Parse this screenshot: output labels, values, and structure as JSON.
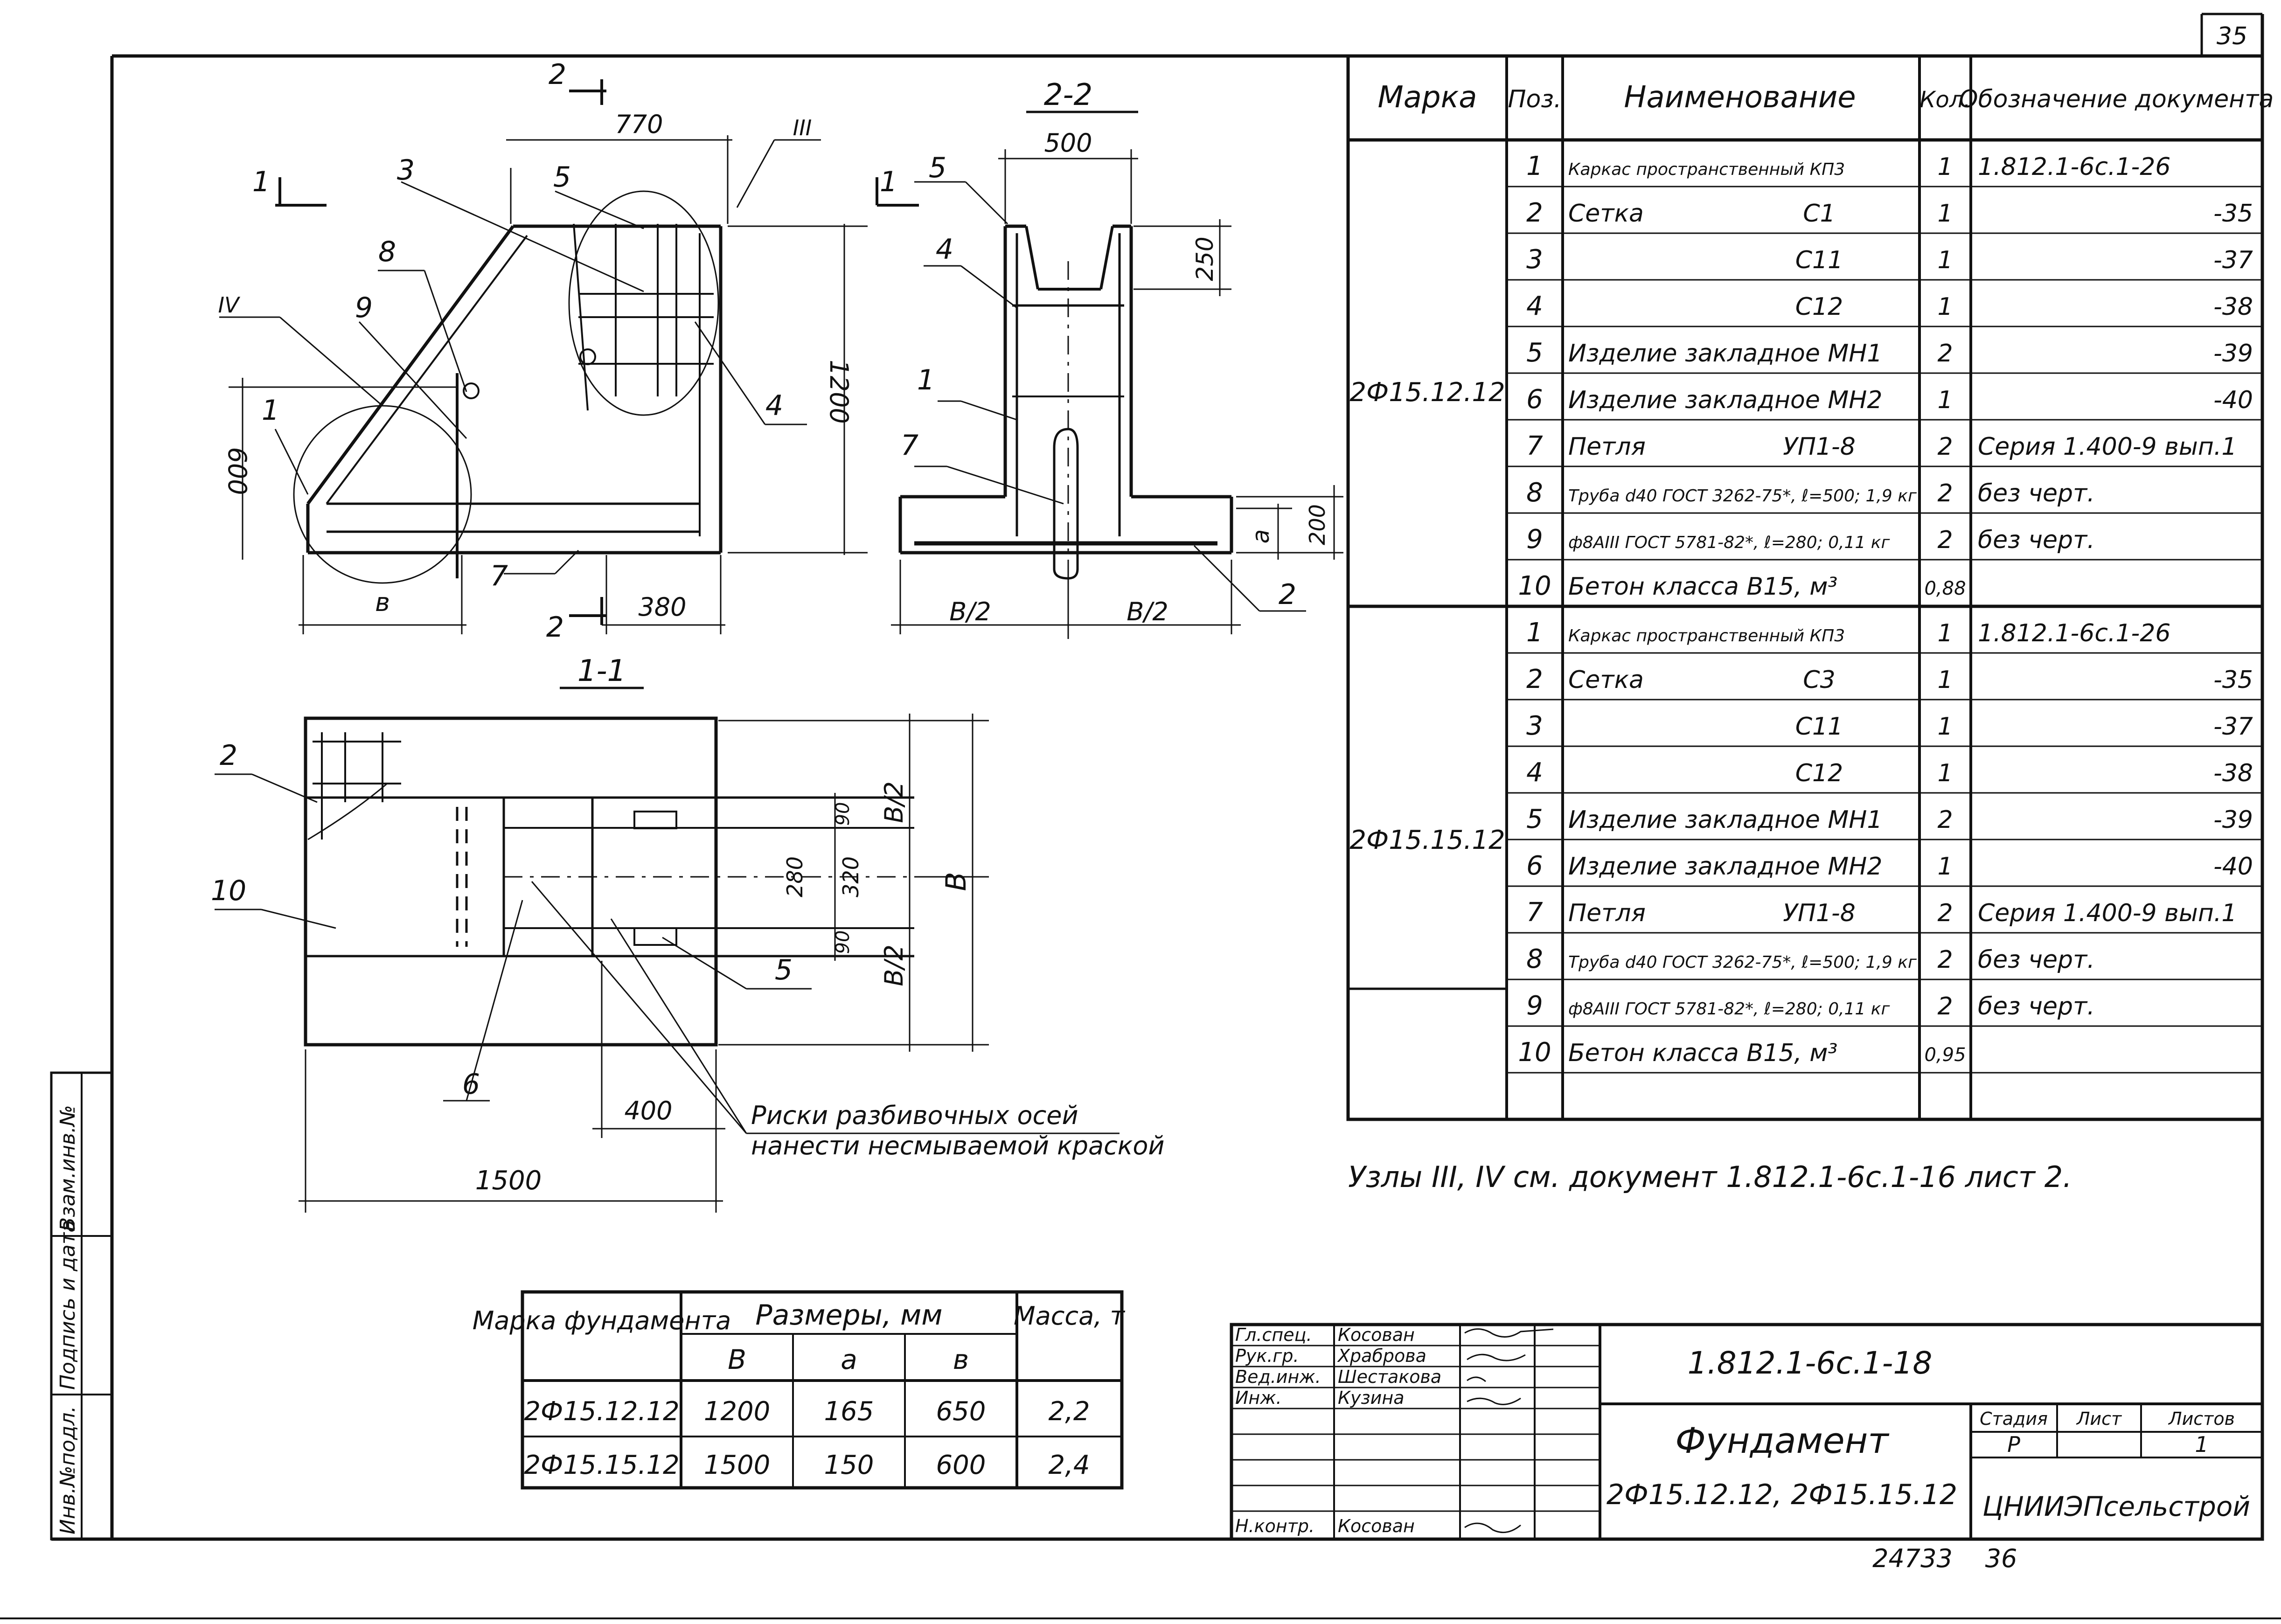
{
  "sheet_number": "35",
  "copy_number": "24733",
  "format_number": "36",
  "side_stamp": [
    "Инв.№подл.",
    "Подпись и дата",
    "Взам.инв.№"
  ],
  "views": {
    "plan": {
      "dims": [
        "770",
        "1200",
        "600",
        "в",
        "380"
      ],
      "roman": [
        "III",
        "IV"
      ],
      "pos": [
        "3",
        "5",
        "8",
        "9",
        "1",
        "4",
        "7"
      ],
      "sections": [
        "1",
        "1",
        "2",
        "2"
      ]
    },
    "section22": {
      "title": "2-2",
      "dims": [
        "500",
        "250",
        "200",
        "a",
        "В/2",
        "В/2"
      ],
      "pos": [
        "5",
        "4",
        "1",
        "7",
        "2"
      ]
    },
    "section11": {
      "title": "1-1",
      "dims": [
        "В/2",
        "В",
        "В/2",
        "90",
        "280",
        "320",
        "90",
        "400",
        "1500"
      ],
      "pos": [
        "2",
        "10",
        "5",
        "6"
      ]
    }
  },
  "note_marks": [
    "Риски разбивочных осей",
    "нанести несмываемой краской"
  ],
  "spec_table": {
    "headers": [
      "Марка",
      "Поз.",
      "Наименование",
      "Кол.",
      "Обозначение документа"
    ],
    "groups": [
      {
        "mark": "2Ф15.12.12",
        "rows": [
          {
            "pos": "1",
            "name": "Каркас пространственный КП3",
            "sub": "",
            "qty": "1",
            "doc": "1.812.1-6с.1-26"
          },
          {
            "pos": "2",
            "name": "Сетка",
            "sub": "С1",
            "qty": "1",
            "doc": "-35"
          },
          {
            "pos": "3",
            "name": "",
            "sub": "С11",
            "qty": "1",
            "doc": "-37"
          },
          {
            "pos": "4",
            "name": "",
            "sub": "С12",
            "qty": "1",
            "doc": "-38"
          },
          {
            "pos": "5",
            "name": "Изделие закладное МН1",
            "sub": "",
            "qty": "2",
            "doc": "-39"
          },
          {
            "pos": "6",
            "name": "Изделие закладное МН2",
            "sub": "",
            "qty": "1",
            "doc": "-40"
          },
          {
            "pos": "7",
            "name": "Петля",
            "sub": "УП1-8",
            "qty": "2",
            "doc": "Серия 1.400-9 вып.1"
          },
          {
            "pos": "8",
            "name": "Труба d40 ГОСТ 3262-75*, ℓ=500; 1,9 кг",
            "sub": "",
            "qty": "2",
            "doc": "без черт."
          },
          {
            "pos": "9",
            "name": "ф8АIII ГОСТ 5781-82*, ℓ=280; 0,11 кг",
            "sub": "",
            "qty": "2",
            "doc": "без черт."
          },
          {
            "pos": "10",
            "name": "Бетон класса В15, м³",
            "sub": "",
            "qty": "0,88",
            "doc": ""
          }
        ]
      },
      {
        "mark": "2Ф15.15.12",
        "rows": [
          {
            "pos": "1",
            "name": "Каркас пространственный КП3",
            "sub": "",
            "qty": "1",
            "doc": "1.812.1-6с.1-26"
          },
          {
            "pos": "2",
            "name": "Сетка",
            "sub": "С3",
            "qty": "1",
            "doc": "-35"
          },
          {
            "pos": "3",
            "name": "",
            "sub": "С11",
            "qty": "1",
            "doc": "-37"
          },
          {
            "pos": "4",
            "name": "",
            "sub": "С12",
            "qty": "1",
            "doc": "-38"
          },
          {
            "pos": "5",
            "name": "Изделие закладное МН1",
            "sub": "",
            "qty": "2",
            "doc": "-39"
          },
          {
            "pos": "6",
            "name": "Изделие закладное МН2",
            "sub": "",
            "qty": "1",
            "doc": "-40"
          },
          {
            "pos": "7",
            "name": "Петля",
            "sub": "УП1-8",
            "qty": "2",
            "doc": "Серия 1.400-9 вып.1"
          },
          {
            "pos": "8",
            "name": "Труба d40 ГОСТ 3262-75*, ℓ=500; 1,9 кг",
            "sub": "",
            "qty": "2",
            "doc": "без черт."
          },
          {
            "pos": "9",
            "name": "ф8АIII ГОСТ 5781-82*, ℓ=280; 0,11 кг",
            "sub": "",
            "qty": "2",
            "doc": "без черт."
          },
          {
            "pos": "10",
            "name": "Бетон класса В15, м³",
            "sub": "",
            "qty": "0,95",
            "doc": ""
          }
        ]
      }
    ]
  },
  "nodes_note": "Узлы III, IV см. документ 1.812.1-6с.1-16 лист 2.",
  "dims_table": {
    "headers": [
      "Марка фундамента",
      "Размеры, мм",
      "Масса, т"
    ],
    "subheaders": [
      "В",
      "а",
      "в"
    ],
    "rows": [
      {
        "mark": "2Ф15.12.12",
        "B": "1200",
        "a": "165",
        "b": "650",
        "mass": "2,2"
      },
      {
        "mark": "2Ф15.15.12",
        "B": "1500",
        "a": "150",
        "b": "600",
        "mass": "2,4"
      }
    ]
  },
  "title_block": {
    "designation": "1.812.1-6с.1-18",
    "title": "Фундамент",
    "subtitle": "2Ф15.12.12, 2Ф15.15.12",
    "stage_label": "Стадия",
    "sheet_label": "Лист",
    "sheets_label": "Листов",
    "stage": "Р",
    "sheets": "1",
    "org": "ЦНИИЭПсельстрой",
    "people": [
      {
        "role": "Гл.спец.",
        "name": "Косован"
      },
      {
        "role": "Рук.гр.",
        "name": "Храброва"
      },
      {
        "role": "Вед.инж.",
        "name": "Шестакова"
      },
      {
        "role": "Инж.",
        "name": "Кузина"
      },
      {
        "role": "Н.контр.",
        "name": "Косован"
      }
    ]
  }
}
